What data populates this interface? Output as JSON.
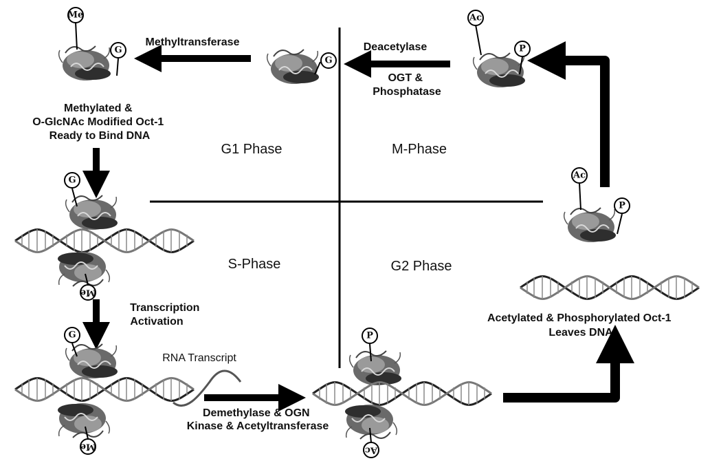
{
  "phases": {
    "g1": "G1 Phase",
    "m": "M-Phase",
    "s": "S-Phase",
    "g2": "G2 Phase"
  },
  "enzymes": {
    "methyltransferase": "Methyltransferase",
    "deacetylase": "Deacetylase",
    "ogt_line1": "OGT &",
    "ogt_line2": "Phosphatase",
    "transcription_line1": "Transcription",
    "transcription_line2": "Activation",
    "demethylase_line1": "Demethylase & OGN",
    "demethylase_line2": "Kinase & Acetyltransferase"
  },
  "states": {
    "ready_line1": "Methylated &",
    "ready_line2": "O-GlcNAc Modified Oct-1",
    "ready_line3": "Ready to Bind DNA",
    "leaves_line1": "Acetylated & Phosphorylated Oct-1",
    "leaves_line2": "Leaves DNA",
    "rna": "RNA Transcript"
  },
  "tags": {
    "me": "Me",
    "g": "G",
    "ac": "Ac",
    "p": "P"
  }
}
